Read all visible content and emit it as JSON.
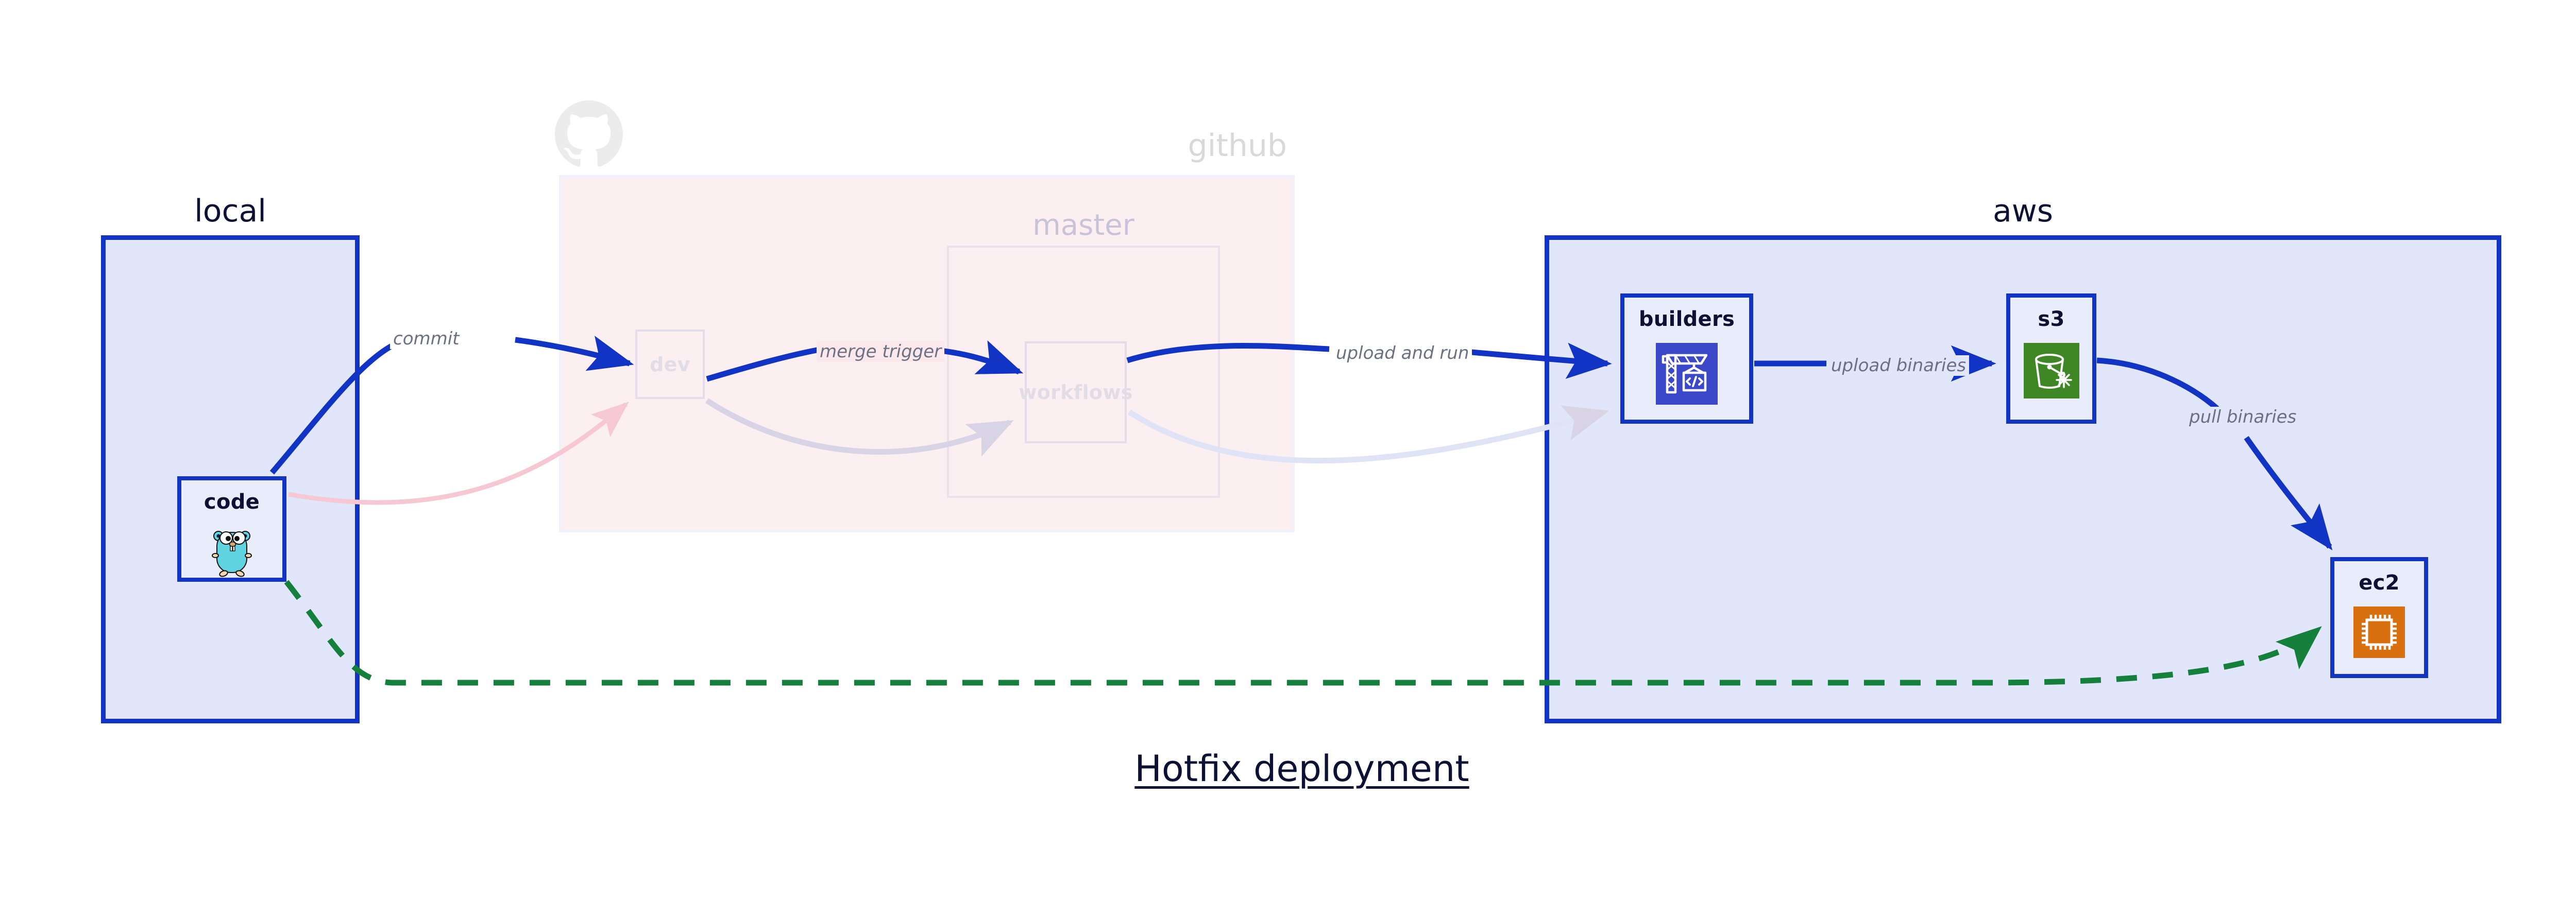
{
  "diagram": {
    "title": "Hotfix deployment",
    "colors": {
      "group_border": "#1134c4",
      "group_fill": "#e2e6fb",
      "github_fill": "#fae3e9",
      "node_fill": "#e9edfb",
      "edge_primary": "#1134c4",
      "edge_dashed": "#14803c",
      "label_text": "#6b7183",
      "title_text": "#0d1133",
      "faded_border": "#e0d9e8",
      "s3_icon_bg": "#3f8624",
      "builders_icon_bg": "#3b48c8",
      "ec2_icon_bg": "#d9700f",
      "gopher_body": "#5fd3e0"
    }
  },
  "groups": [
    {
      "id": "local",
      "label": "local",
      "faded": false
    },
    {
      "id": "github",
      "label": "github",
      "faded": true
    },
    {
      "id": "master",
      "label": "master",
      "faded": true
    },
    {
      "id": "aws",
      "label": "aws",
      "faded": false
    }
  ],
  "nodes": [
    {
      "id": "code",
      "label": "code",
      "group": "local",
      "icon": "go-gopher-icon",
      "faded": false
    },
    {
      "id": "dev",
      "label": "dev",
      "group": "github",
      "icon": "none",
      "faded": true
    },
    {
      "id": "workflows",
      "label": "workflows",
      "group": "master",
      "icon": "none",
      "faded": true
    },
    {
      "id": "builders",
      "label": "builders",
      "group": "aws",
      "icon": "crane-code-icon",
      "faded": false
    },
    {
      "id": "s3",
      "label": "s3",
      "group": "aws",
      "icon": "s3-bucket-icon",
      "faded": false
    },
    {
      "id": "ec2",
      "label": "ec2",
      "group": "aws",
      "icon": "cpu-chip-icon",
      "faded": false
    }
  ],
  "edges": [
    {
      "id": "commit",
      "from": "code",
      "to": "dev",
      "label": "commit",
      "style": "solid",
      "emphasis": "primary"
    },
    {
      "id": "merge-trigger",
      "from": "dev",
      "to": "workflows",
      "label": "merge trigger",
      "style": "solid",
      "emphasis": "primary"
    },
    {
      "id": "upload-run",
      "from": "workflows",
      "to": "builders",
      "label": "upload and run",
      "style": "solid",
      "emphasis": "primary"
    },
    {
      "id": "upload-bin",
      "from": "builders",
      "to": "s3",
      "label": "upload binaries",
      "style": "solid",
      "emphasis": "primary"
    },
    {
      "id": "pull-bin",
      "from": "s3",
      "to": "ec2",
      "label": "pull binaries",
      "style": "solid",
      "emphasis": "primary"
    },
    {
      "id": "hotfix-direct",
      "from": "code",
      "to": "ec2",
      "label": "",
      "style": "dashed",
      "emphasis": "primary"
    },
    {
      "id": "faded-to-dev",
      "from": "code",
      "to": "dev",
      "label": "",
      "style": "solid",
      "emphasis": "faded-pink"
    },
    {
      "id": "faded-dev-wf",
      "from": "dev",
      "to": "workflows",
      "label": "",
      "style": "solid",
      "emphasis": "faded"
    },
    {
      "id": "faded-wf-bld",
      "from": "workflows",
      "to": "builders",
      "label": "",
      "style": "solid",
      "emphasis": "faded"
    }
  ],
  "icons": {
    "github_logo": "github-octocat-icon"
  }
}
